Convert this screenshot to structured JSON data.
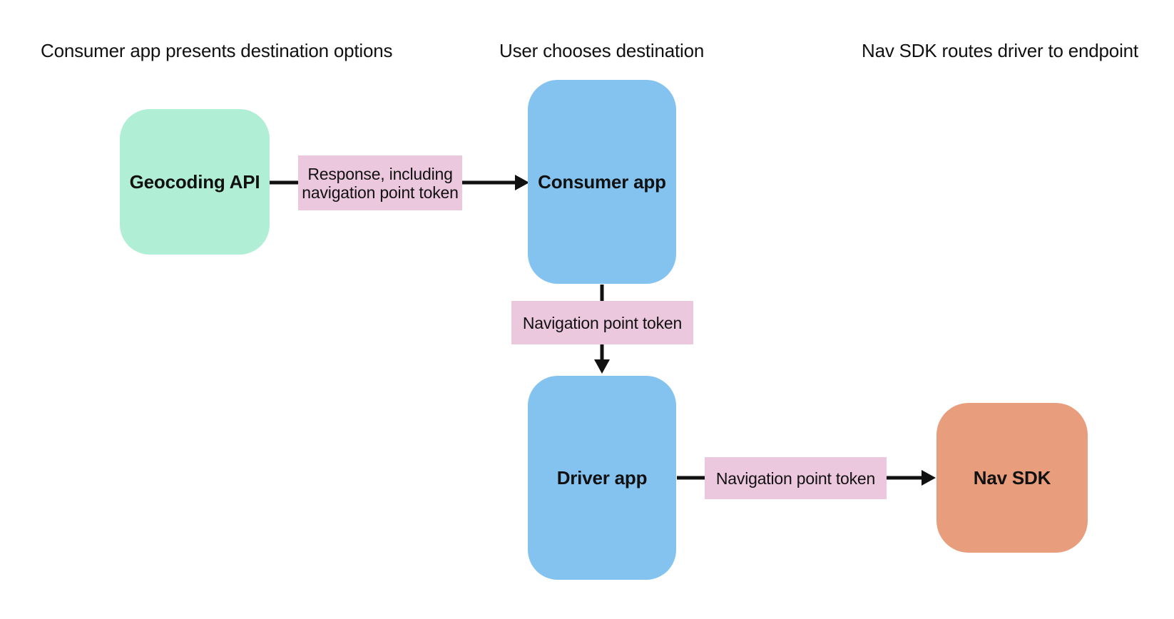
{
  "diagram": {
    "background": "#ffffff",
    "text_color": "#111111",
    "connector_color": "#111111"
  },
  "stage_headings": [
    {
      "label": "Consumer app presents destination options"
    },
    {
      "label": "User chooses destination"
    },
    {
      "label": "Nav SDK routes driver to endpoint"
    }
  ],
  "nodes": [
    {
      "id": "geocoding-api",
      "label": "Geocoding API",
      "color": "#b0efd6"
    },
    {
      "id": "consumer-app",
      "label": "Consumer app",
      "color": "#84c3f0"
    },
    {
      "id": "driver-app",
      "label": "Driver app",
      "color": "#84c3f0"
    },
    {
      "id": "nav-sdk",
      "label": "Nav SDK",
      "color": "#e89d7d"
    }
  ],
  "edges": [
    {
      "from": "geocoding-api",
      "to": "consumer-app",
      "label": "Response, including navigation point token",
      "label_background": "#ecc8de"
    },
    {
      "from": "consumer-app",
      "to": "driver-app",
      "label": "Navigation point token",
      "label_background": "#ecc8de"
    },
    {
      "from": "driver-app",
      "to": "nav-sdk",
      "label": "Navigation point token",
      "label_background": "#ecc8de"
    }
  ]
}
